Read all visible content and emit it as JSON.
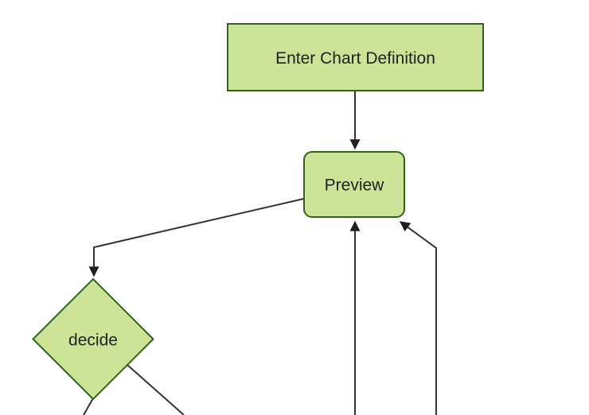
{
  "page": {
    "background": "#ffffff"
  },
  "diagram": {
    "type": "flowchart",
    "direction": "top-down",
    "theme": "forest",
    "colors": {
      "page_bg": "#ffffff",
      "node_fill": "#cde498",
      "node_border": "#2d641a",
      "edge_line": "#333333",
      "arrowhead": "#1f1f1f",
      "label_text": "#222222"
    },
    "nodes": [
      {
        "id": "enter-chart-definition",
        "label": "Enter Chart Definition",
        "shape": "rectangle"
      },
      {
        "id": "preview",
        "label": "Preview",
        "shape": "rounded-rectangle"
      },
      {
        "id": "decide",
        "label": "decide",
        "shape": "diamond"
      }
    ],
    "edges": [
      {
        "from": "enter-chart-definition",
        "to": "preview",
        "arrow": true
      },
      {
        "from": "preview",
        "to": "decide",
        "arrow": true
      },
      {
        "from": "offscreen-bottom-center",
        "to": "preview",
        "arrow": true
      },
      {
        "from": "offscreen-bottom-right",
        "to": "preview",
        "arrow": true
      },
      {
        "from": "decide",
        "to": "offscreen-bottom-left",
        "arrow": false
      },
      {
        "from": "decide",
        "to": "offscreen-bottom-right",
        "arrow": false
      }
    ]
  }
}
